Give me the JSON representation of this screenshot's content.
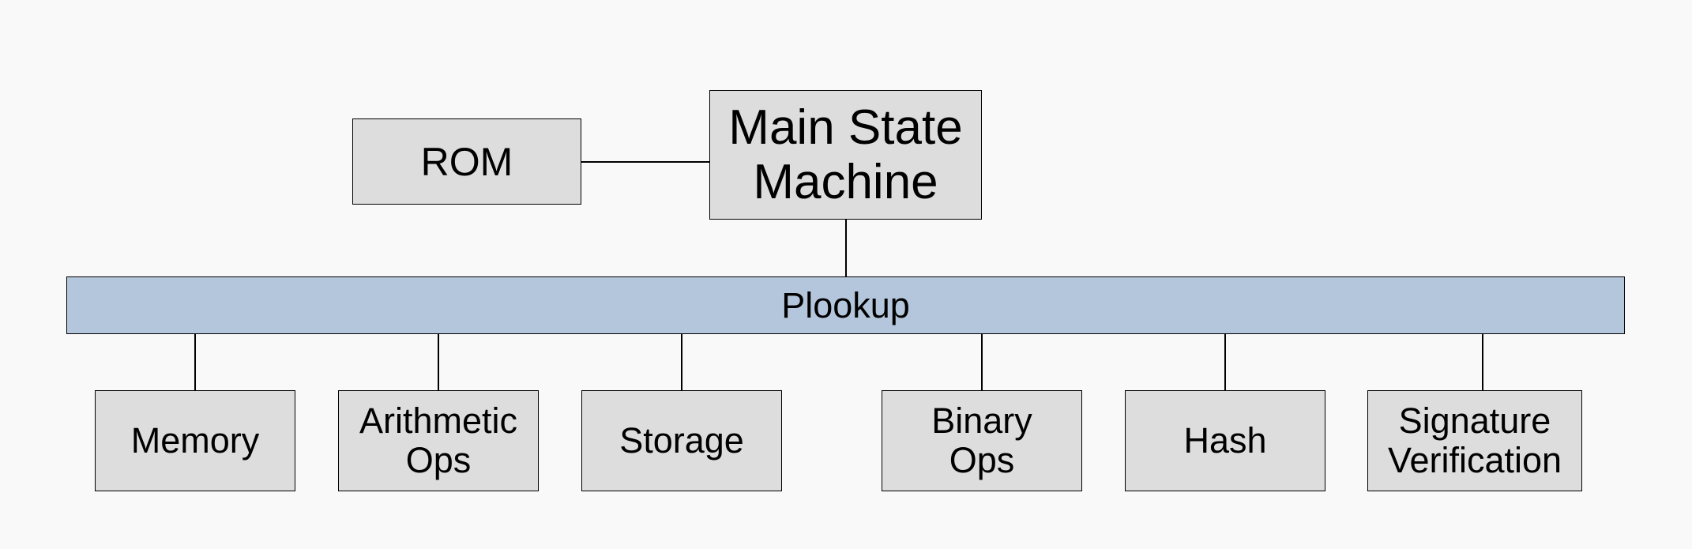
{
  "diagram": {
    "rom": "ROM",
    "main_state_machine": "Main State\nMachine",
    "bus": {
      "label": "Plookup",
      "color": "#b4c6dc"
    },
    "box_color": "#dddddd",
    "children": [
      {
        "label": "Memory"
      },
      {
        "label": "Arithmetic\nOps"
      },
      {
        "label": "Storage"
      },
      {
        "label": "Binary\nOps"
      },
      {
        "label": "Hash"
      },
      {
        "label": "Signature\nVerification"
      }
    ]
  }
}
